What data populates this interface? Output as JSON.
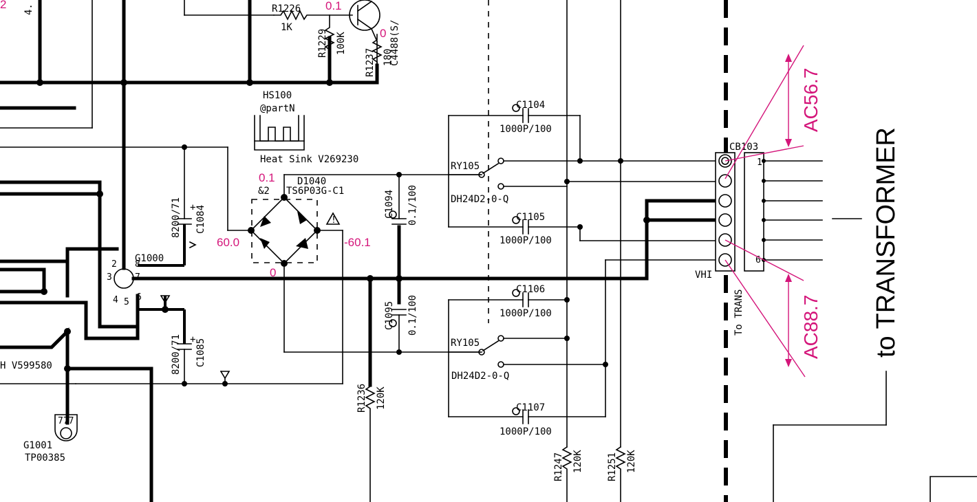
{
  "labels": {
    "r1226": "R1226",
    "r1226_val": "1K",
    "r1229": "R1229",
    "r1229_val": "100K",
    "r1237": "R1237",
    "r1237_val": "180",
    "q_part": "C4488(S/",
    "hs100": "HS100",
    "hs100_part": "@partN",
    "heat_sink": "Heat Sink  V269230",
    "d1040": "D1040",
    "d1040_part": "TS6P03G-C1",
    "amp2": "&2",
    "c1084": "C1084",
    "c1084_val": "8200/71",
    "c1085": "C1085",
    "c1085_val": "8200/71",
    "c1094": "C1094",
    "c1094_val": "0.1/100",
    "c1095": "C1095",
    "c1095_val": "0.1/100",
    "g1000": "G1000",
    "g1001": "G1001",
    "tp00385": "TP00385",
    "v599580": "H  V599580",
    "r1236": "R1236",
    "r1236_val": "120K",
    "r1247": "R1247",
    "r1247_val": "120K",
    "r1251": "R1251",
    "r1251_val": "120K",
    "c1104": "C1104",
    "c1104_val": "1000P/100",
    "c1105": "C1105",
    "c1105_val": "1000P/100",
    "c1106": "C1106",
    "c1106_val": "1000P/100",
    "c1107": "C1107",
    "c1107_val": "1000P/100",
    "ry105_a": "RY105",
    "ry105_b": "RY105",
    "dh_a": "DH24D2-0-Q",
    "dh_b": "DH24D2-0-Q",
    "cb103": "CB103",
    "vhi": "VHI",
    "to_trans": "To TRANS",
    "pin1": "1",
    "pin6": "6",
    "tr_pin2": "2",
    "tr_pin8": "8",
    "tr_pin3": "3",
    "tr_pin7": "7",
    "tr_pin4": "4",
    "tr_pin5": "5",
    "tr_pin6": "6",
    "top_left_a": "2",
    "top_left_b": "4.",
    "to_transformer": "to TRANSFORMER",
    "mark_777": "777"
  },
  "voltages": {
    "v_q_base": "0.1",
    "v_q_emit": "0",
    "v_bridge_top": "0.1",
    "v_bridge_left": "60.0",
    "v_bridge_right": "-60.1",
    "v_bridge_bottom": "0",
    "ac_top": "AC56.7",
    "ac_bottom": "AC88.7"
  },
  "colors": {
    "annotation": "#d4157a",
    "line": "#000000"
  }
}
